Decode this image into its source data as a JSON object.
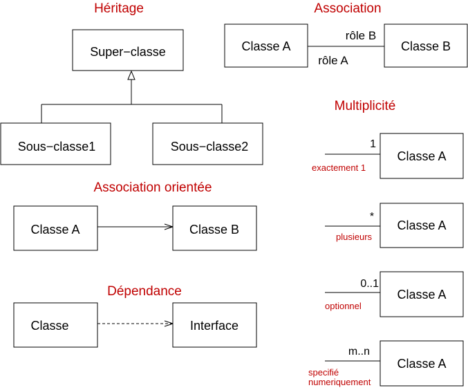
{
  "inheritance": {
    "title": "Héritage",
    "superclass": "Super−classe",
    "subclass1": "Sous−classe1",
    "subclass2": "Sous−classe2"
  },
  "association": {
    "title": "Association",
    "class_a": "Classe A",
    "class_b": "Classe B",
    "role_b": "rôle B",
    "role_a": "rôle A"
  },
  "directed_association": {
    "title": "Association orientée",
    "class_a": "Classe A",
    "class_b": "Classe B"
  },
  "dependency": {
    "title": "Dépendance",
    "source": "Classe",
    "target": "Interface"
  },
  "multiplicity": {
    "title": "Multiplicité",
    "items": [
      {
        "value": "1",
        "note": "exactement 1",
        "class_name": "Classe A"
      },
      {
        "value": "*",
        "note": "plusieurs",
        "class_name": "Classe A"
      },
      {
        "value": "0..1",
        "note": "optionnel",
        "class_name": "Classe A"
      },
      {
        "value": "m..n",
        "note_line1": "specifié",
        "note_line2": "numeriquement",
        "class_name": "Classe A"
      }
    ]
  }
}
